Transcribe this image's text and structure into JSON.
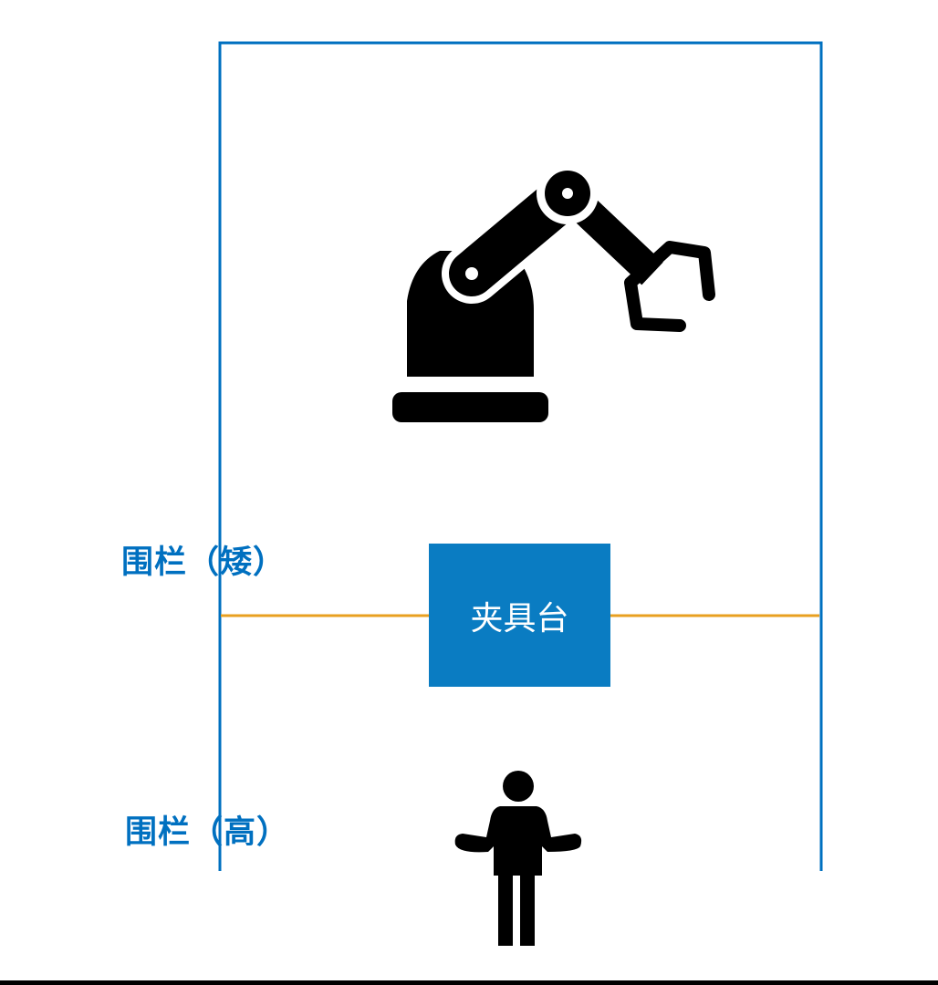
{
  "labels": {
    "fence_low": "围栏（矮）",
    "fence_high": "围栏（高）",
    "fixture_table": "夹具台"
  },
  "colors": {
    "fence": "#0070c0",
    "low_fence_line": "#e8a020",
    "fixture": "#0a7cc2",
    "icons": "#000000"
  },
  "icons": [
    "robot-arm-icon",
    "person-icon"
  ]
}
